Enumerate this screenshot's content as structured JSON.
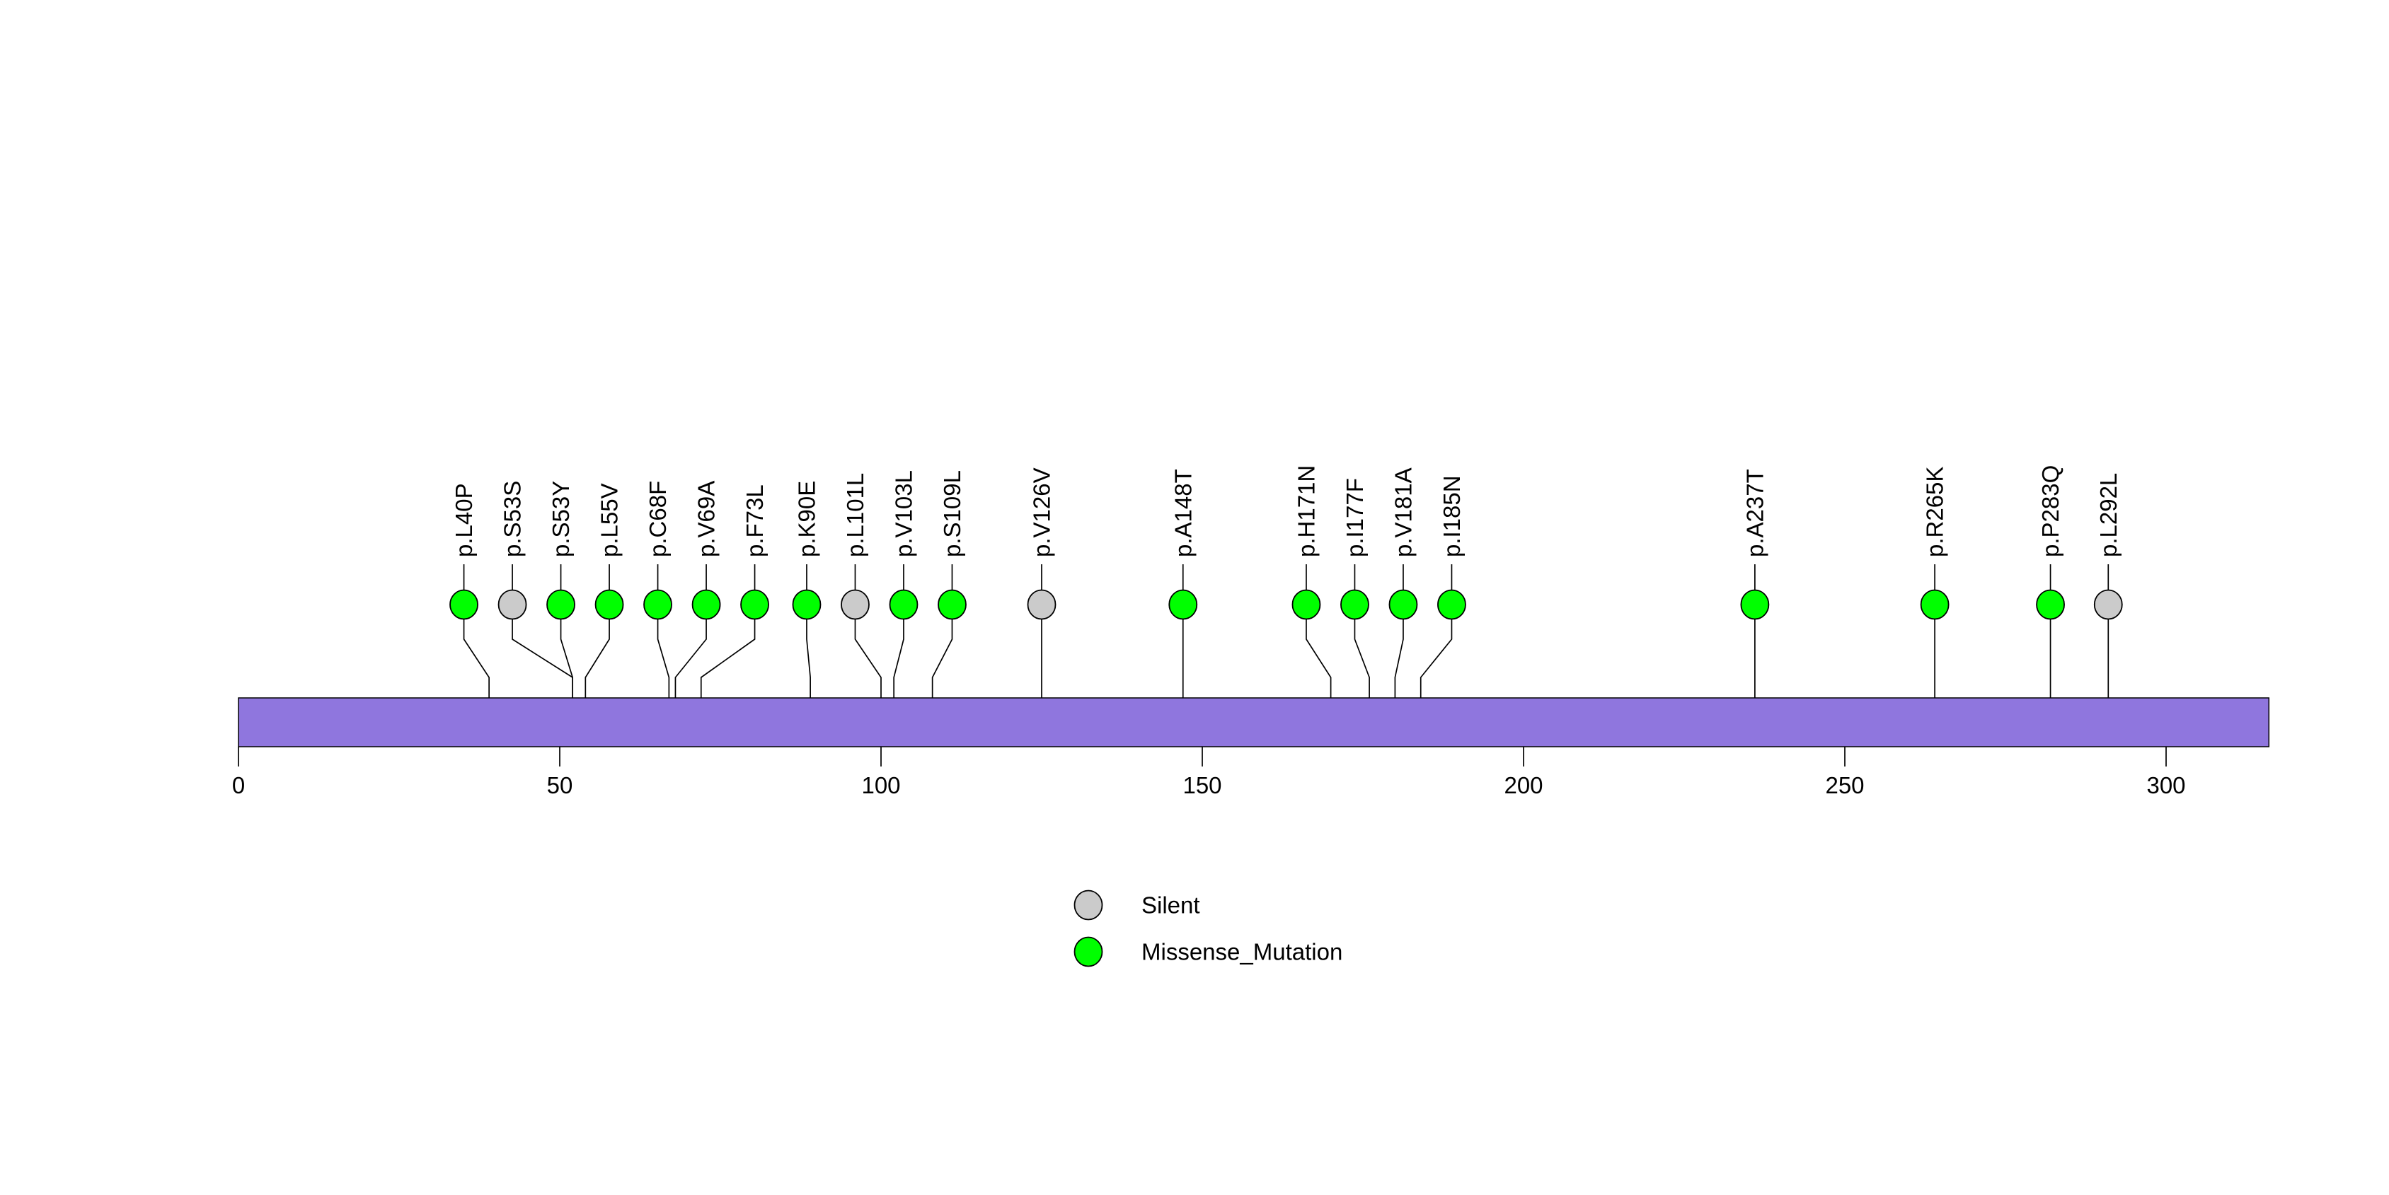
{
  "page": {
    "background": "#FFFFFF"
  },
  "chart_data": {
    "type": "lollipop",
    "title": "",
    "xlabel": "",
    "ylabel": "",
    "grid": false,
    "legend_position": "bottom-center",
    "axis": {
      "xlim": [
        0,
        316
      ],
      "ticks": [
        0,
        50,
        100,
        150,
        200,
        250,
        300
      ]
    },
    "protein": {
      "length": 316,
      "bar_color": "#8F76DE"
    },
    "mutation_classes": [
      {
        "name": "Silent",
        "color": "#CBCBCB"
      },
      {
        "name": "Missense_Mutation",
        "color": "#00FF00"
      }
    ],
    "legend": [
      {
        "label": "Silent",
        "color": "#CBCBCB"
      },
      {
        "label": "Missense_Mutation",
        "color": "#00FF00"
      }
    ],
    "mutations": [
      {
        "label": "p.L40P",
        "position": 40,
        "class": "Missense_Mutation"
      },
      {
        "label": "p.S53S",
        "position": 53,
        "class": "Silent"
      },
      {
        "label": "p.S53Y",
        "position": 53,
        "class": "Missense_Mutation"
      },
      {
        "label": "p.L55V",
        "position": 55,
        "class": "Missense_Mutation"
      },
      {
        "label": "p.C68F",
        "position": 68,
        "class": "Missense_Mutation"
      },
      {
        "label": "p.V69A",
        "position": 69,
        "class": "Missense_Mutation"
      },
      {
        "label": "p.F73L",
        "position": 73,
        "class": "Missense_Mutation"
      },
      {
        "label": "p.K90E",
        "position": 90,
        "class": "Missense_Mutation"
      },
      {
        "label": "p.L101L",
        "position": 101,
        "class": "Silent"
      },
      {
        "label": "p.V103L",
        "position": 103,
        "class": "Missense_Mutation"
      },
      {
        "label": "p.S109L",
        "position": 109,
        "class": "Missense_Mutation"
      },
      {
        "label": "p.V126V",
        "position": 126,
        "class": "Silent"
      },
      {
        "label": "p.A148T",
        "position": 148,
        "class": "Missense_Mutation"
      },
      {
        "label": "p.H171N",
        "position": 171,
        "class": "Missense_Mutation"
      },
      {
        "label": "p.I177F",
        "position": 177,
        "class": "Missense_Mutation"
      },
      {
        "label": "p.V181A",
        "position": 181,
        "class": "Missense_Mutation"
      },
      {
        "label": "p.I185N",
        "position": 185,
        "class": "Missense_Mutation"
      },
      {
        "label": "p.A237T",
        "position": 237,
        "class": "Missense_Mutation"
      },
      {
        "label": "p.R265K",
        "position": 265,
        "class": "Missense_Mutation"
      },
      {
        "label": "p.P283Q",
        "position": 283,
        "class": "Missense_Mutation"
      },
      {
        "label": "p.L292L",
        "position": 292,
        "class": "Silent"
      }
    ]
  }
}
